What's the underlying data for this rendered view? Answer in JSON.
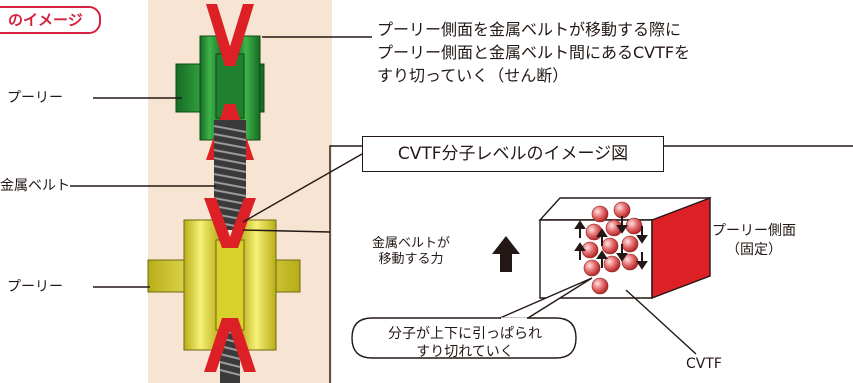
{
  "header": {
    "tag": "のイメージ"
  },
  "left_labels": {
    "pulley_top": "プーリー",
    "metal_belt": "金属ベルト",
    "pulley_bottom": "プーリー"
  },
  "note": {
    "line1": "プーリー側面を金属ベルトが移動する際に",
    "line2": "プーリー側面と金属ベルト間にあるCVTFを",
    "line3": "すり切っていく（せん断）"
  },
  "detail": {
    "title": "CVTF分子レベルのイメージ図",
    "force_line1": "金属ベルトが",
    "force_line2": "移動する力",
    "side_line1": "プーリー側面",
    "side_line2": "（固定）",
    "bubble_line1": "分子が上下に引っぱられ",
    "bubble_line2": "すり切れていく",
    "cvtf": "CVTF"
  },
  "colors": {
    "accent_red": "#d4213d",
    "pulley_green": "#2e9a3c",
    "pulley_yellow": "#ede53a",
    "panel_bg": "#f7e4d2",
    "pulley_face_red": "#dd1f26",
    "molecule_red": "#e56a6a"
  }
}
